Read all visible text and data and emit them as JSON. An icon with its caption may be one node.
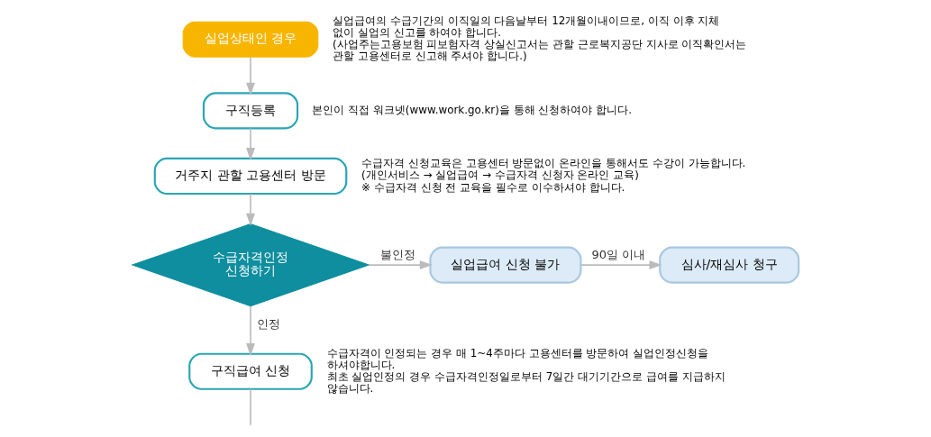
{
  "diagram": {
    "nodes": [
      {
        "text": [
          "실업상태인 경우"
        ],
        "beside": [
          "실업급여의 수급기간의 이직일의 다음날부터 12개월이내이므로, 이직 이후 지체 없이 실업의 신고를 하여야 합니다.",
          "(사업주는고용보험 피보험자격 상실신고서는 관할 근로복지공단 지사로 이직확인서는 관할 고용센터로 신고해 주셔야 합니다.)"
        ]
      },
      {
        "text": [
          "구직등록"
        ],
        "beside": [
          "본인이 직접 워크넷(www.work.go.kr)을 통해 신청하여야 합니다."
        ]
      },
      {
        "text": [
          "거주지 관할 고용센터 방문"
        ],
        "beside": [
          "수급자격 신청교육은 고용센터 방문없이 온라인을 통해서도 수강이 가능합니다.",
          "(개인서비스 → 실업급여 → 수급자격 신청자 온라인 교육)",
          "※ 수급자격 신청 전 교육을 필수로 이수하셔야 합니다."
        ]
      },
      {
        "text": [
          "수급자격인정 신청하기"
        ]
      },
      {
        "text": [
          "실업급여 신청 불가"
        ]
      },
      {
        "text": [
          "심사/재심사 청구"
        ]
      },
      {
        "text": [
          "구직급여 신청"
        ],
        "beside": [
          "수급자격이 인정되는 경우 매 1~4주마다 고용센터를 방문하여 실업인정신청을 하셔야합니다.",
          "최초 실업인정의 경우 수급자격인정일로부터 7일간 대기기간으로 급여를 지급하지 않습니다."
        ]
      }
    ],
    "edges": [
      {
        "from": 0,
        "to": 1,
        "arrow": "to"
      },
      {
        "from": 1,
        "to": 2,
        "arrow": "to"
      },
      {
        "from": 2,
        "to": 3,
        "arrow": "to"
      },
      {
        "from": 3,
        "to": 4,
        "arrow": "to",
        "label": "불인정"
      },
      {
        "from": 4,
        "to": 5,
        "arrow": "to",
        "label": "90일 이내"
      },
      {
        "from": 3,
        "to": 6,
        "arrow": "to",
        "label": "인정"
      },
      {
        "from": 6,
        "to": null,
        "arrow": "none"
      }
    ]
  }
}
